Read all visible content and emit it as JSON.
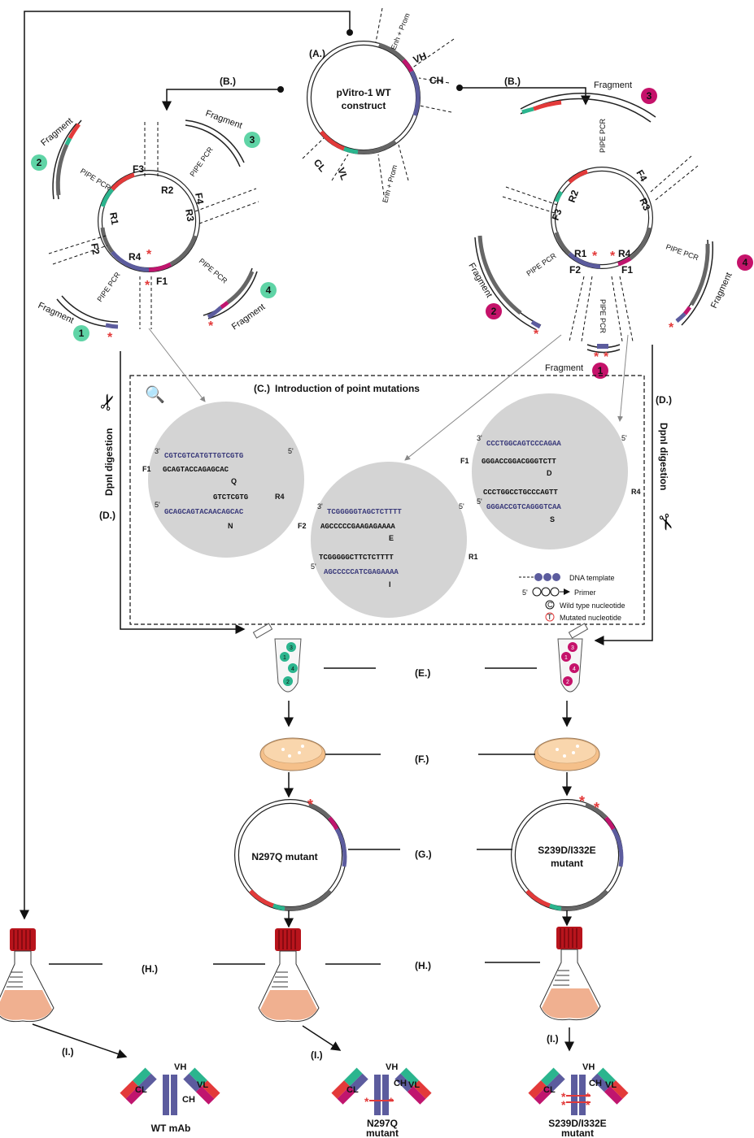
{
  "steps": {
    "A": "(A.)",
    "B_left": "(B.)",
    "B_right": "(B.)",
    "C": "(C.)",
    "C_title": "Introduction of point mutations",
    "D_left": "(D.)",
    "D_right": "(D.)",
    "E": "(E.)",
    "F": "(F.)",
    "G": "(G.)",
    "H_left": "(H.)",
    "H_right": "(H.)",
    "I_left": "(I.)",
    "I_mid": "(I.)",
    "I_right": "(I.)"
  },
  "construct": {
    "line1": "pVitro-1 WT",
    "line2": "construct",
    "enh_top": "Enh + Prom",
    "enh_bottom": "Enh + Prom",
    "vh": "VH",
    "ch": "CH",
    "cl": "CL",
    "vl": "VL"
  },
  "pcr": "PIPE PCR",
  "fragment": "Fragment",
  "fragments_left": [
    "1",
    "2",
    "3",
    "4"
  ],
  "fragments_right": [
    "1",
    "2",
    "3",
    "4"
  ],
  "primers": [
    "F1",
    "F2",
    "F3",
    "F4",
    "R1",
    "R2",
    "R3",
    "R4"
  ],
  "dpn": "DpnI digestion",
  "seq": {
    "c1_top": "CGTCGTCATGTTGTCGTG",
    "c1_f1": "GCAGTACCAGAGCAC",
    "c1_q": "Q",
    "c1_r4": "GTCTCGTG",
    "c1_bottom": "GCAGCAGTACAACAGCAC",
    "c1_n": "N",
    "c2_top": "TCGGGGGTAGCTCTTTT",
    "c2_f2": "AGCCCCCGAAGAGAAAA",
    "c2_e": "E",
    "c2_r1": "TCGGGGGCTTCTCTTTT",
    "c2_bottom": "AGCCCCCATCGAGAAAA",
    "c2_i": "I",
    "c3_top": "CCCTGGCAGTCCCAGAA",
    "c3_f1": "GGGACCGGACGGGTCTT",
    "c3_d": "D",
    "c3_r4": "CCCTGGCCTGCCCAGTT",
    "c3_bottom": "GGGACCGTCAGGGTCAA",
    "c3_s": "S"
  },
  "legend": {
    "template": "DNA template",
    "primer": "Primer",
    "wt_symbol": "C",
    "wt": "Wild type nucleotide",
    "mut_symbol": "T",
    "mut": "Mutated nucleotide"
  },
  "tube_left": [
    "3",
    "1",
    "4",
    "2"
  ],
  "tube_right": [
    "3",
    "1",
    "4",
    "2"
  ],
  "mutant_left": "N297Q mutant",
  "mutant_right_l1": "S239D/I332E",
  "mutant_right_l2": "mutant",
  "ab_labels": {
    "vh": "VH",
    "vl": "VL",
    "cl": "CL",
    "ch": "CH"
  },
  "wt_mab": "WT mAb",
  "n297q_l1": "N297Q",
  "n297q_l2": "mutant",
  "s239_l1": "S239D/I332E",
  "s239_l2": "mutant",
  "colors": {
    "teal": "#2bb58e",
    "magenta": "#c0156e",
    "fragment_green": "#5fd4a6",
    "fragment_pink": "#c5126a",
    "red": "#e33a3a",
    "purple": "#5c5c9e",
    "grey_seg": "#666666",
    "dish": "#f5c08a",
    "flask_liquid": "#f0b090",
    "cap": "#b8141c"
  }
}
